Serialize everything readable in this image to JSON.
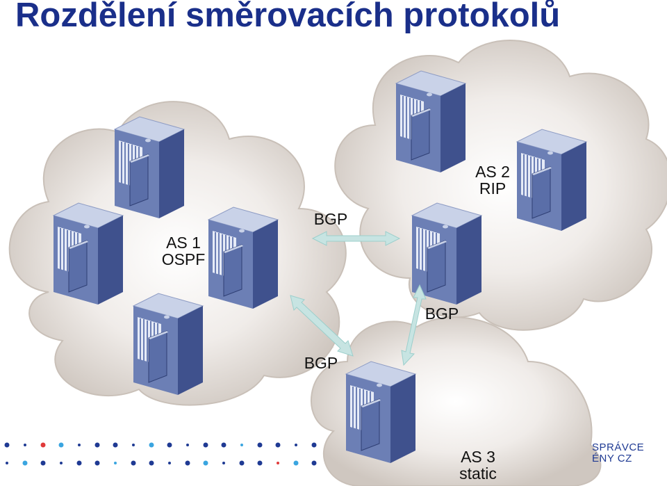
{
  "title": "Rozdělení směrovacích protokolů",
  "colors": {
    "title": "#1a2f8a",
    "cloud": "#d7d0ca",
    "arrow": "#c7e4e2",
    "server_front": "#6c7fb5",
    "server_side": "#3f518d",
    "server_top": "#c9d2e8"
  },
  "autonomous_systems": [
    {
      "id": "as1",
      "name": "AS 1",
      "protocol": "OSPF",
      "servers": 4
    },
    {
      "id": "as2",
      "name": "AS 2",
      "protocol": "RIP",
      "servers": 3
    },
    {
      "id": "as3",
      "name": "AS 3",
      "protocol": "static",
      "servers": 1
    }
  ],
  "links": [
    {
      "from": "AS 1",
      "to": "AS 2",
      "label": "BGP"
    },
    {
      "from": "AS 2",
      "to": "AS 3",
      "label": "BGP"
    },
    {
      "from": "AS 1",
      "to": "AS 3",
      "label": "BGP"
    }
  ],
  "footer": {
    "logo_line1": "SPRÁVCE",
    "logo_line2": "ÉNY CZ",
    "dot_colors": [
      "#1f3a93",
      "#e03a3a",
      "#3aa5e0"
    ]
  },
  "icons": [
    "cloud-icon",
    "server-icon",
    "double-arrow-icon",
    "dots-pattern"
  ]
}
